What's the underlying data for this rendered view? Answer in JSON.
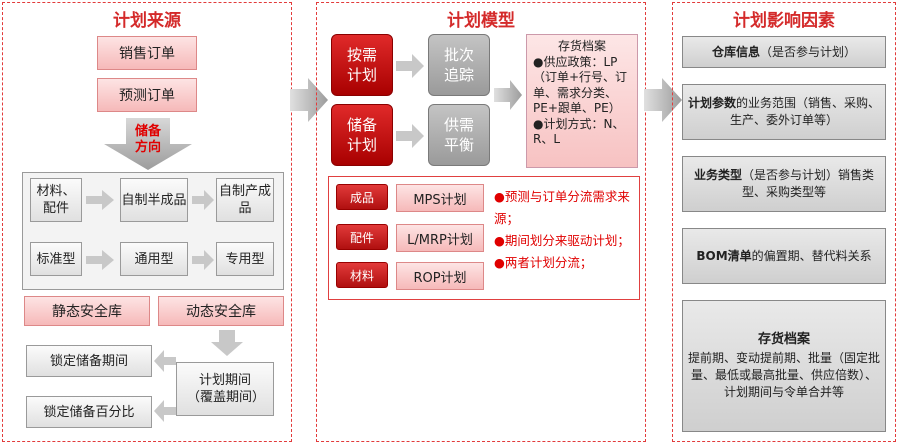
{
  "left": {
    "title": "计划来源",
    "sales_order": "销售订单",
    "forecast_order": "预测订单",
    "stock_direction": "储备方向",
    "grid": [
      [
        "材料、配件",
        "自制半成品",
        "自制产成品"
      ],
      [
        "标准型",
        "通用型",
        "专用型"
      ]
    ],
    "static_safety": "静态安全库",
    "dynamic_safety": "动态安全库",
    "lock_period": "锁定储备期间",
    "lock_percent": "锁定储备百分比",
    "plan_period": "计划期间（覆盖期间）"
  },
  "middle": {
    "title": "计划模型",
    "make_to_order": "按需计划",
    "make_to_stock": "储备计划",
    "batch_trace": "批次追踪",
    "supply_balance": "供需平衡",
    "inventory": {
      "title": "存货档案",
      "line1": "●供应政策：LP（订单+行号、订单、需求分类、PE+跟单、PE）",
      "line2": "●计划方式：N、R、L"
    },
    "rows": [
      {
        "tag": "成品",
        "plan": "MPS计划"
      },
      {
        "tag": "配件",
        "plan": "L/MRP计划"
      },
      {
        "tag": "材料",
        "plan": "ROP计划"
      }
    ],
    "notes": [
      "●预测与订单分流需求来源；",
      "●期间划分来驱动计划；",
      "●两者计划分流；"
    ]
  },
  "right": {
    "title": "计划影响因素",
    "items": [
      {
        "bold": "仓库信息",
        "rest": "（是否参与计划）"
      },
      {
        "bold": "计划参数",
        "rest": "的业务范围（销售、采购、生产、委外订单等）"
      },
      {
        "bold": "业务类型",
        "rest": "（是否参与计划）销售类型、采购类型等"
      },
      {
        "bold": "BOM清单",
        "rest": "的偏置期、替代料关系"
      },
      {
        "bold": "存货档案",
        "rest": "提前期、变动提前期、批量（固定批量、最低或最高批量、供应倍数）、计划期间与令单合并等"
      }
    ]
  },
  "colors": {
    "accent_red": "#d42a2a",
    "dark_red": "#b00000",
    "pink": "#f6b9b9",
    "gray": "#9a9a9a"
  }
}
